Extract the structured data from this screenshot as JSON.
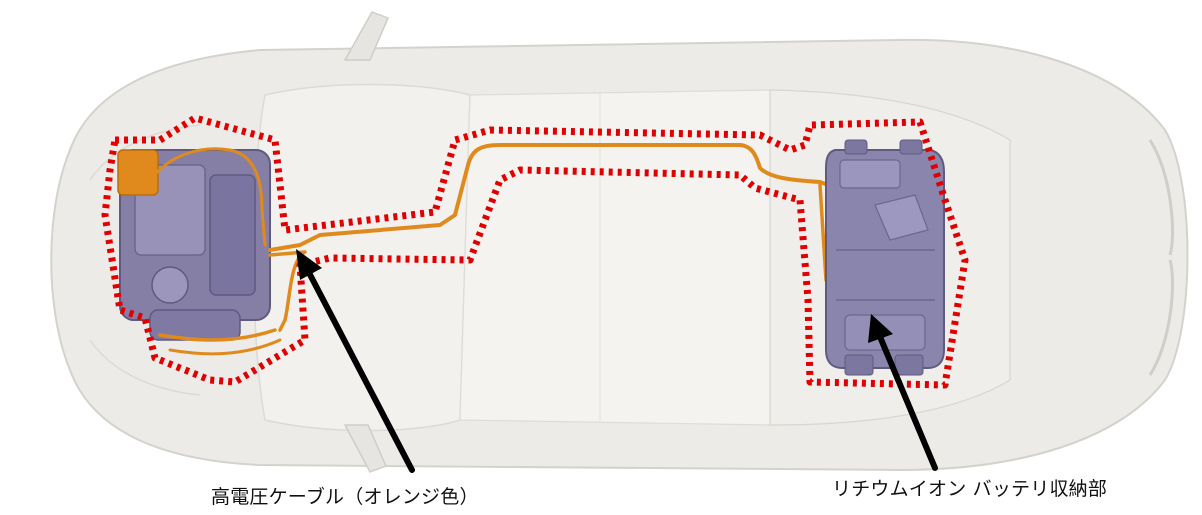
{
  "labels": {
    "cable": "高電圧ケーブル（オレンジ色）",
    "battery": "リチウムイオン バッテリ収納部"
  },
  "colors": {
    "background": "#ffffff",
    "car_body": "#ecebe8",
    "car_edge": "#d4d2cc",
    "high_voltage_cable": "#e08a1e",
    "battery_pack": "#8a85ad",
    "motor_unit": "#857fa6",
    "highlight_outline": "#e00000",
    "arrow": "#000000"
  },
  "icons": {
    "highlight_marker": "red-dotted-outline",
    "pointer": "black-arrow"
  }
}
